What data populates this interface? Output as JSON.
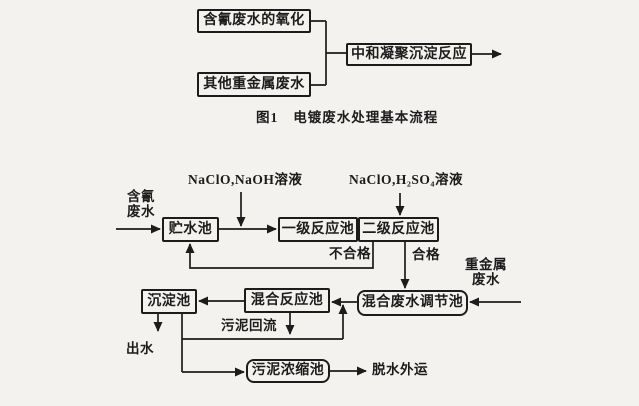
{
  "figure1": {
    "caption_prefix": "图1",
    "caption_text": "电镀废水处理基本流程",
    "boxes": {
      "cyanide_oxidation": "含氰废水的氧化",
      "other_heavy_metal": "其他重金属废水",
      "neutralization": "中和凝聚沉淀反应"
    }
  },
  "figure2": {
    "boxes": {
      "storage_tank": "贮水池",
      "stage1_reactor": "一级反应池",
      "stage2_reactor": "二级反应池",
      "mixed_regulation_tank": "混合废水调节池",
      "mixing_reactor": "混合反应池",
      "sedimentation_tank": "沉淀池",
      "sludge_thickener": "污泥浓缩池"
    },
    "labels": {
      "naclo_naoh": "NaClO,NaOH溶液",
      "naclo_h2so4": "NaClO,H₂SO₄溶液",
      "cyanide_feed": "含氰 废水",
      "unqualified": "不合格",
      "qualified": "合格",
      "heavy_metal_feed": "重金属 废水",
      "sludge_return": "污泥回流",
      "effluent": "出水",
      "dewater_out": "脱水外运"
    }
  },
  "colors": {
    "ink": "#1c1c1c",
    "paper": "#f3f2ef"
  }
}
